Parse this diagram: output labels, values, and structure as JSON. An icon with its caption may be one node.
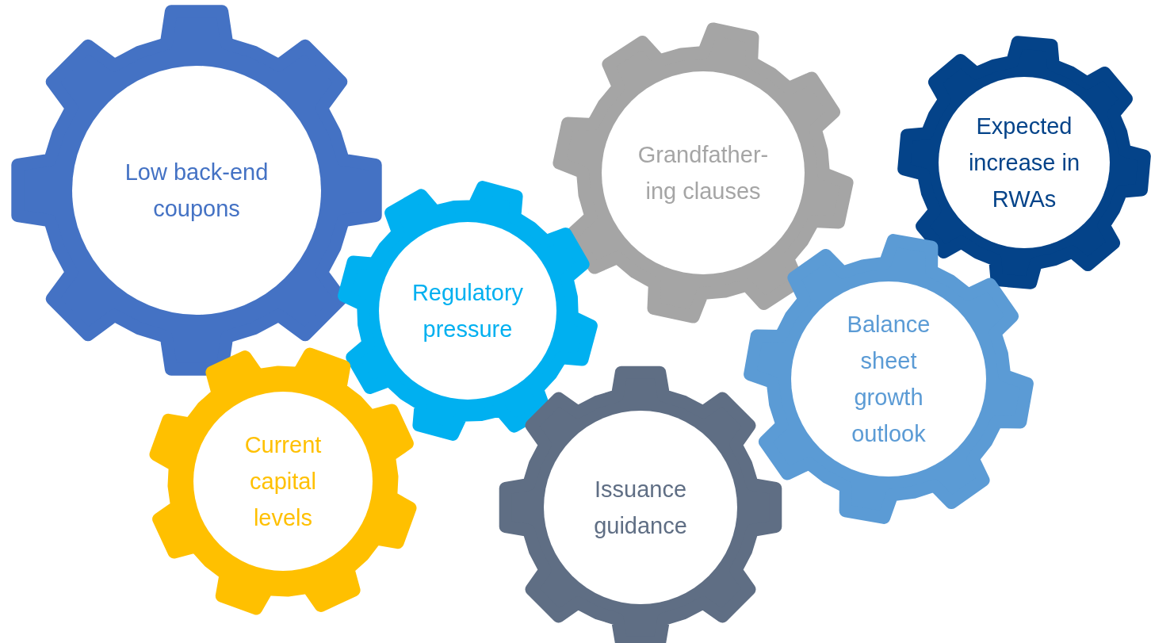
{
  "diagram": {
    "nodes": [
      {
        "text": [
          "Low back-end coupons"
        ]
      },
      {
        "text": [
          "Grandfather-ing clauses"
        ]
      },
      {
        "text": [
          "Expected increase in RWAs"
        ]
      },
      {
        "text": [
          "Regulatory pressure"
        ]
      },
      {
        "text": [
          "Balance sheet growth outlook"
        ]
      },
      {
        "text": [
          "Current capital levels"
        ]
      },
      {
        "text": [
          "Issuance guidance"
        ]
      }
    ]
  }
}
